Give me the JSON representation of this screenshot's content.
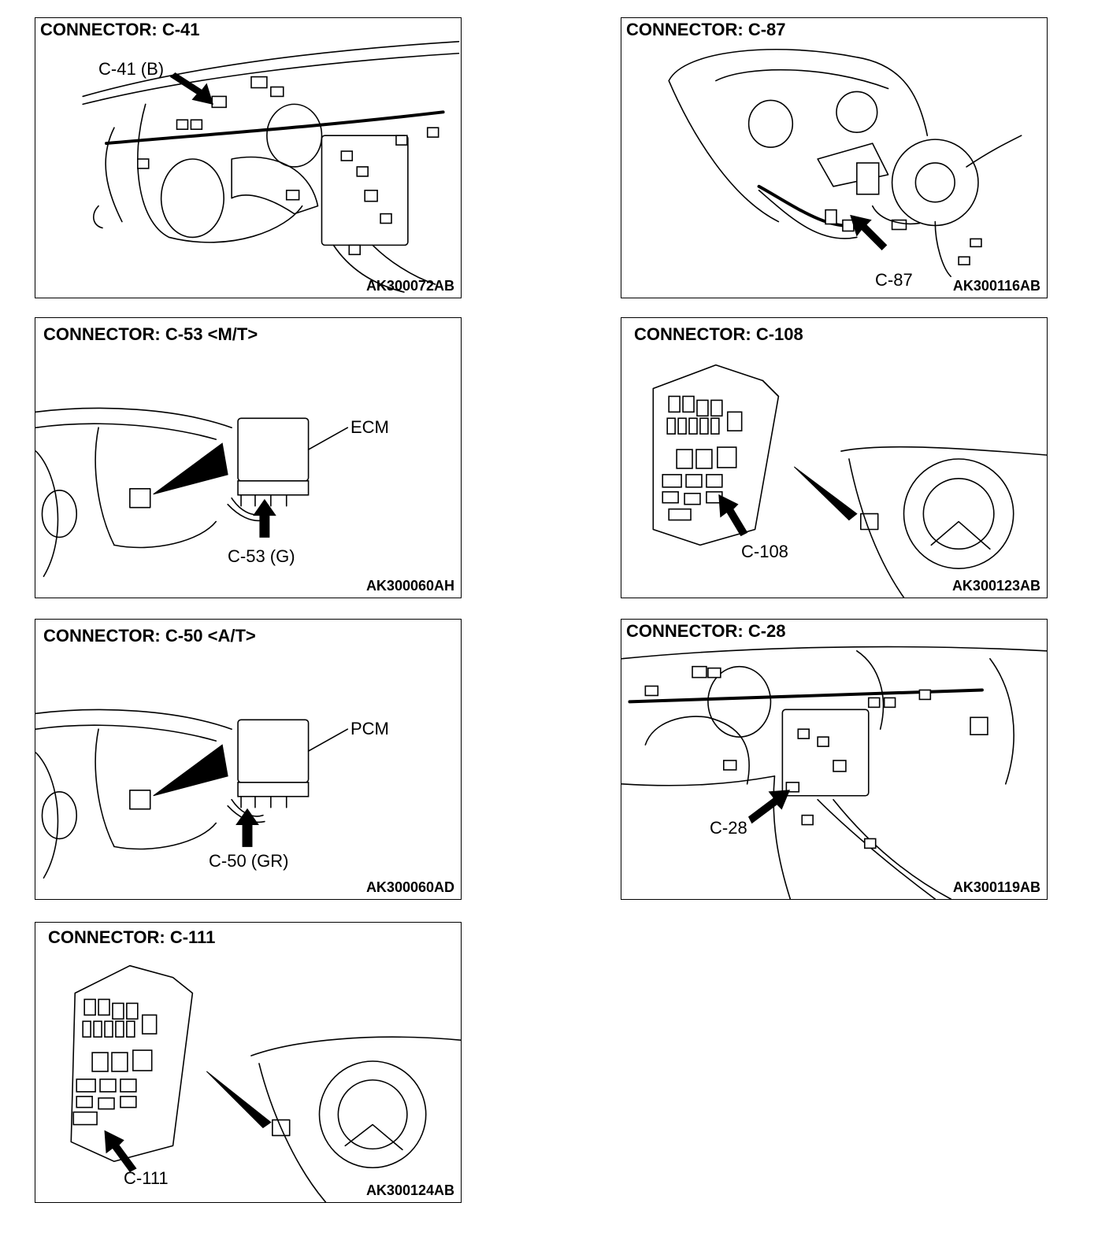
{
  "panels": {
    "c41": {
      "title": "CONNECTOR: C-41",
      "code": "AK300072AB",
      "label": "C-41 (B)"
    },
    "c87": {
      "title": "CONNECTOR: C-87",
      "code": "AK300116AB",
      "label": "C-87"
    },
    "c53": {
      "title": "CONNECTOR: C-53 <M/T>",
      "code": "AK300060AH",
      "label": "C-53 (G)",
      "unit": "ECM"
    },
    "c108": {
      "title": "CONNECTOR: C-108",
      "code": "AK300123AB",
      "label": "C-108"
    },
    "c50": {
      "title": "CONNECTOR: C-50 <A/T>",
      "code": "AK300060AD",
      "label": "C-50 (GR)",
      "unit": "PCM"
    },
    "c28": {
      "title": "CONNECTOR: C-28",
      "code": "AK300119AB",
      "label": "C-28"
    },
    "c111": {
      "title": "CONNECTOR: C-111",
      "code": "AK300124AB",
      "label": "C-111"
    }
  }
}
